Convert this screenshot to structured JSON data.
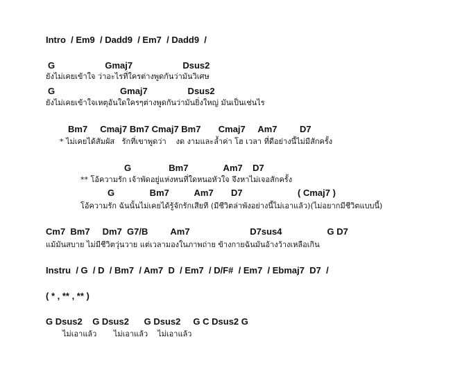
{
  "sheet": {
    "intro": "Intro  / Em9  / Dadd9  / Em7  / Dadd9  /",
    "v1_chords": "G                    Gmaj7                    Dsus2",
    "v1_lyric": "ยังไม่เคยเข้าใจ ว่าอะไรที่ใครต่างพูดกันว่ามันวิเศษ",
    "v2_chords": "G                          Gmaj7                Dsus2",
    "v2_lyric": "ยังไม่เคยเข้าใจเหตุอันใดใครๆต่างพูดกันว่ามันยิ่งใหญ่ มันเป็นเช่นไร",
    "pre_chords": "Bm7     Cmaj7 Bm7 Cmaj7 Bm7       Cmaj7     Am7         D7",
    "pre_lyric": "* ไม่เคยได้สัมผัส   รักที่เขาพูดว่า    งด งามและล้ำค่า โฮ เวลา ที่ดีอย่างนี้ไม่มีสักครั้ง",
    "ch1_chords": "G               Bm7              Am7    D7",
    "ch1_lyric": "** โอ้ความรัก เจ้าพัดอยู่แห่งหนที่ใดหนอหัวใจ จึงหาไม่เจอสักครั้ง",
    "ch2_chords": "G              Bm7          Am7       D7                      ( Cmaj7 )",
    "ch2_lyric": "โอ้ความรัก ฉันนั้นไม่เคยได้รู้จักรักเสียที (มีชีวิตล่าพังอย่างนี้ไม่เอาแล้ว)(ไม่อยากมีชีวิตแบบนี้)",
    "br_chords": "Cm7  Bm7     Dm7  G7/B         Am7                        D7sus4                  G D7",
    "br_lyric": "แม้มันสบาย ไม่มีชีวิตวุ่นวาย แต่เวลามองในภาพถ่าย ข้างกายฉันมันอ้างว้างเหลือเกิน",
    "instru": "Instru  / G  / D  / Bm7  / Am7  D  / Em7  / D/F#  / Em7  / Ebmaj7  D7  /",
    "repeat": "( * , ** , ** )",
    "out_chords": "G Dsus2    G Dsus2      G Dsus2     G C Dsus2 G",
    "out_lyric": "ไม่เอาแล้ว       ไม่เอาแล้ว    ไม่เอาแล้ว"
  }
}
